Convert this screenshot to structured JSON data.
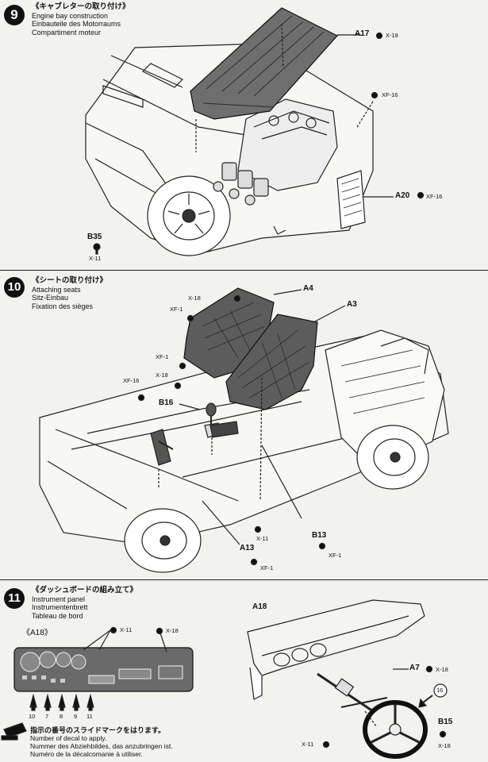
{
  "step9": {
    "number": "9",
    "title_jp": "《キャブレターの取り付け》",
    "title_en": "Engine bay construction",
    "title_de": "Einbauteile des Motorraums",
    "title_fr": "Compartiment moteur",
    "parts": [
      "A17",
      "A20",
      "B35"
    ],
    "screws": [
      "X-18",
      "XF-16",
      "XF-16",
      "X-11"
    ]
  },
  "step10": {
    "number": "10",
    "title_jp": "《シートの取り付け》",
    "title_en": "Attaching seats",
    "title_de": "Sitz-Einbau",
    "title_fr": "Fixation des sièges",
    "parts": [
      "A4",
      "A3",
      "B16",
      "A13",
      "B13"
    ],
    "screws": [
      "X-18",
      "XF-1",
      "XF-1",
      "X-18",
      "XF-16",
      "X-11",
      "XF-1",
      "XF-1"
    ]
  },
  "step11": {
    "number": "11",
    "title_jp": "《ダッシュボードの組み立て》",
    "title_en": "Instrument panel",
    "title_de": "Instrumentenbrett",
    "title_fr": "Tableau de bord",
    "sub_label": "《A18》",
    "parts": [
      "A18",
      "A7",
      "B15"
    ],
    "screws": [
      "X-11",
      "X-18",
      "X-18",
      "X-11",
      "X-18"
    ],
    "decal_marker": "16",
    "decal_numbers": [
      "10",
      "7",
      "8",
      "9",
      "11"
    ],
    "note_jp": "指示の番号のスライドマークをはります。",
    "note_en": "Number of decal to apply.",
    "note_de": "Nummer des Abziehbildes, das anzubringen ist.",
    "note_fr": "Numéro de la décalcomanie à utiliser."
  }
}
